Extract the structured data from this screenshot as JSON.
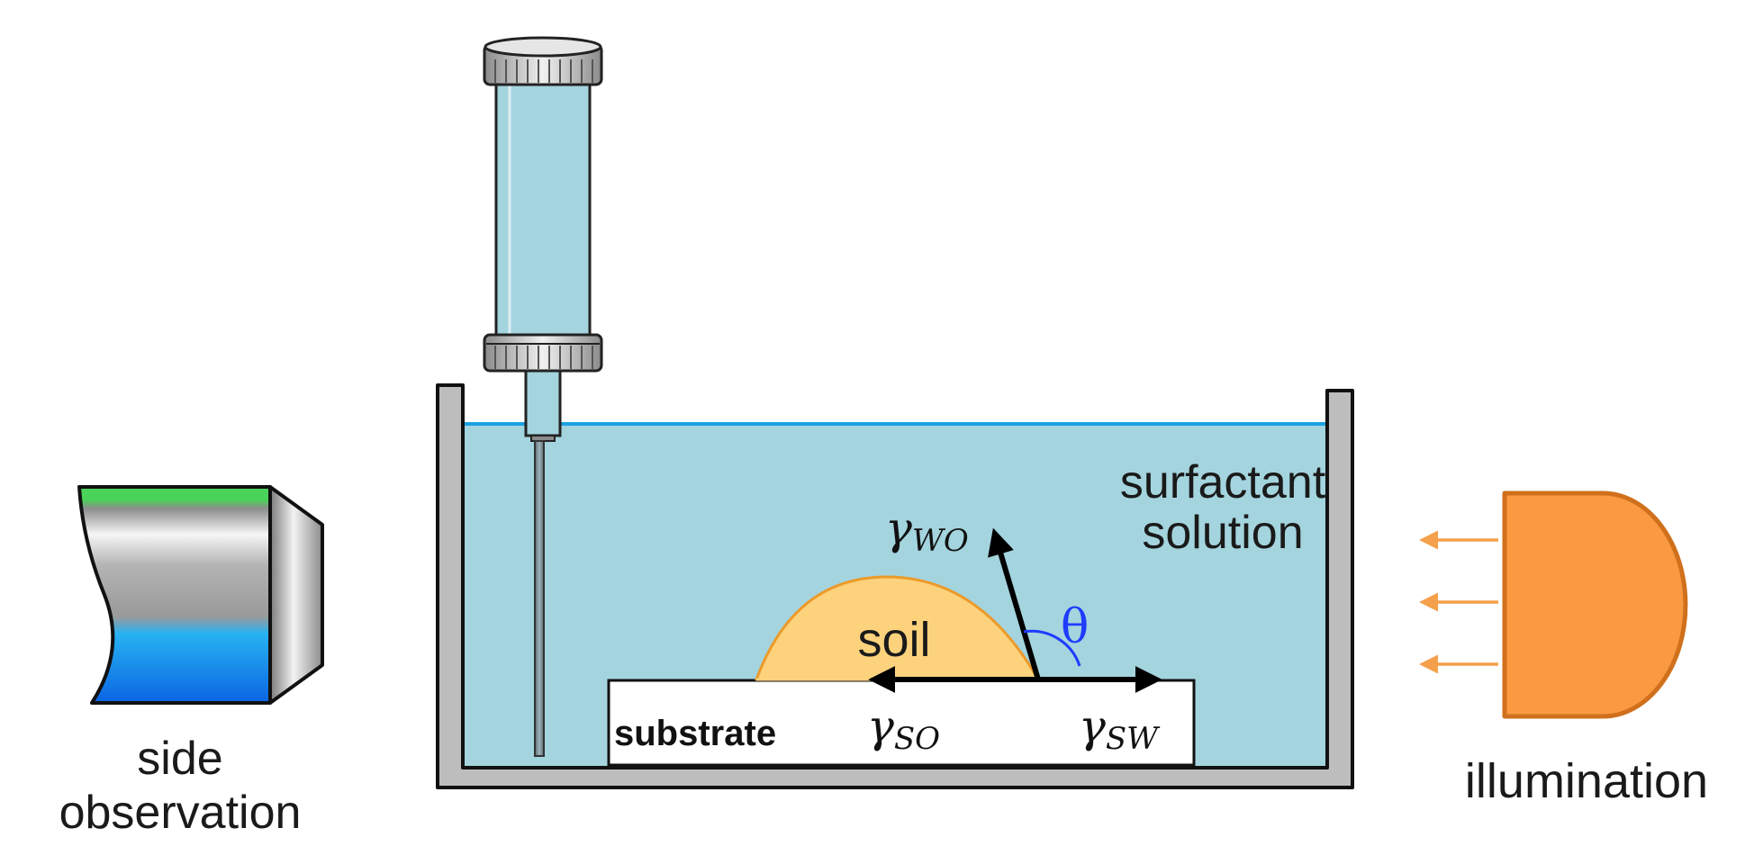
{
  "labels": {
    "side_observation_line1": "side",
    "side_observation_line2": "observation",
    "illumination": "illumination",
    "surfactant_line1": "surfactant",
    "surfactant_line2": "solution",
    "soil": "soil",
    "substrate": "substrate",
    "theta": "θ"
  },
  "tensions": {
    "wo": {
      "symbol": "γ",
      "subscript": "WO"
    },
    "so": {
      "symbol": "γ",
      "subscript": "SO"
    },
    "sw": {
      "symbol": "γ",
      "subscript": "SW"
    }
  },
  "colors": {
    "solution": "#a4d4de",
    "surface_line": "#1ba1e2",
    "tank_wall": "#bdbdbd",
    "soil_fill": "#fcd27c",
    "soil_edge": "#ec9a2a",
    "lamp_fill": "#f99a42",
    "lamp_edge": "#d0701c",
    "light_arrow": "#f5a04a",
    "angle": "#1f3cff",
    "camera_green": "#3cdc4c",
    "camera_blue": "#18a4f0"
  },
  "icons": {
    "camera": "camera-lens-icon",
    "lamp": "lamp-icon",
    "syringe": "syringe-icon"
  }
}
